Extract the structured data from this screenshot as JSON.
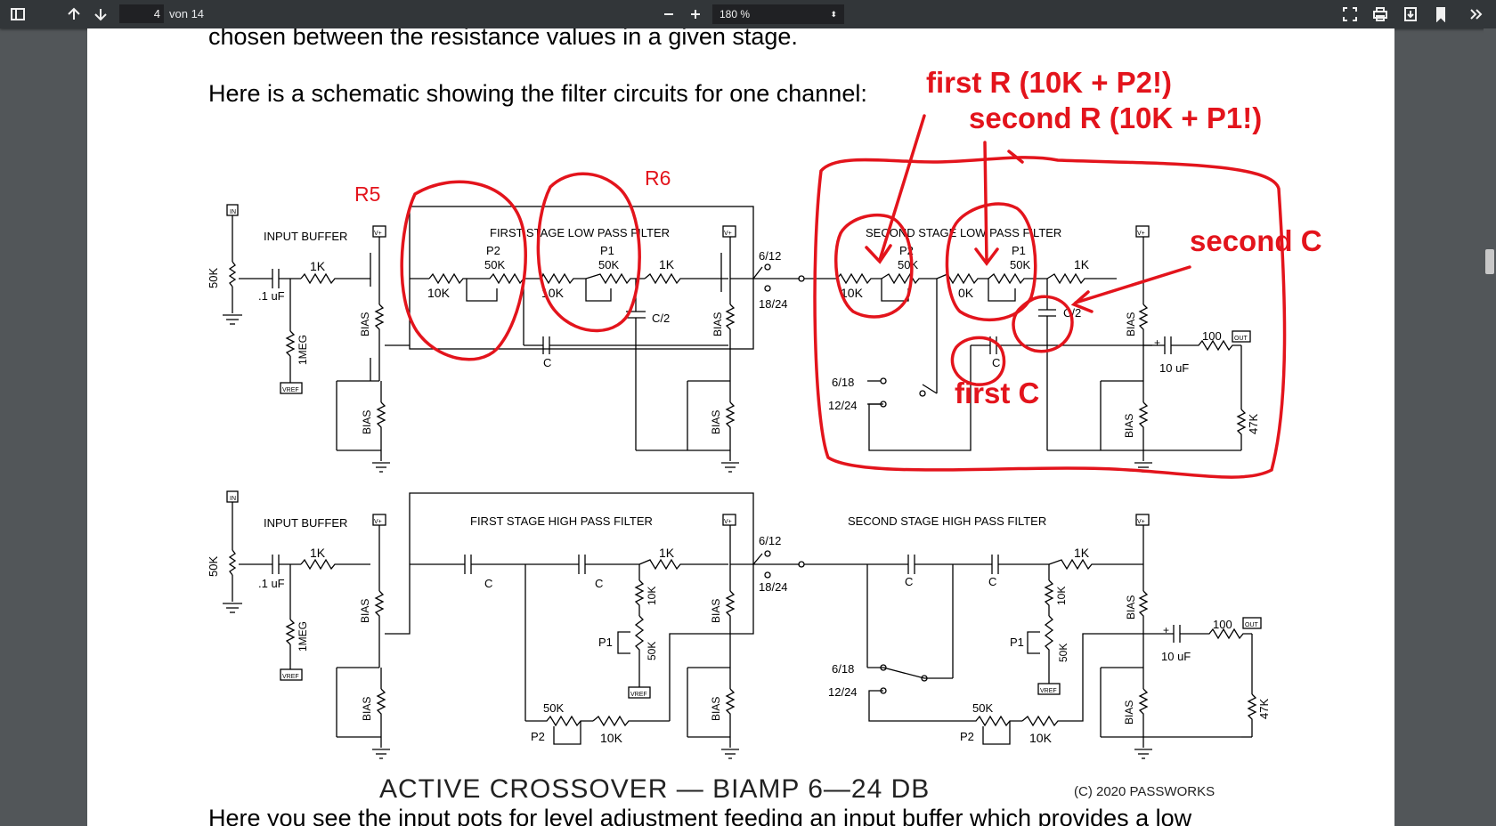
{
  "viewer": {
    "current_page": "4",
    "total_pages": "von 14",
    "zoom": "180 %",
    "icons": [
      "sidebar-toggle-icon",
      "arrow-up-icon",
      "arrow-down-icon",
      "minus-icon",
      "plus-icon",
      "fit-page-icon",
      "print-icon",
      "download-icon",
      "bookmark-icon",
      "more-tools-icon"
    ]
  },
  "document": {
    "line_top": "chosen between the resistance values in a given stage.",
    "line_intro": "Here is a schematic showing the filter circuits for one channel:",
    "line_bottom": "Here you see the input pots for level adjustment feeding an input buffer which provides a low"
  },
  "annotations": {
    "color": "#e3141c",
    "first_r": "first R (10K + P2!)",
    "second_r": "second R (10K + P1!)",
    "second_c": "second C",
    "first_c": "first C",
    "r5": "R5",
    "r6": "R6"
  },
  "schematic": {
    "title": "ACTIVE CROSSOVER — BIAMP 6—24 DB",
    "copyright": "(C) 2020 PASSWORKS",
    "lowpass": {
      "input_buffer": "INPUT BUFFER",
      "stage1": "FIRST STAGE LOW PASS FILTER",
      "stage2": "SECOND STAGE LOW PASS FILTER"
    },
    "highpass": {
      "input_buffer": "INPUT BUFFER",
      "stage1": "FIRST STAGE HIGH PASS FILTER",
      "stage2": "SECOND STAGE HIGH PASS FILTER"
    },
    "labels": {
      "in": "IN",
      "vplus": "V+",
      "vref": "VREF",
      "out": "OUT",
      "bias": "BIAS",
      "pot50k": "50K",
      "cap_input": ".1 uF",
      "r1k": "1K",
      "r1meg": "1MEG",
      "r10k": "10K",
      "r0k": "0K",
      "p1": "P1",
      "p2": "P2",
      "c": "C",
      "c_half": "C/2",
      "sw_6_12": "6/12",
      "sw_18_24": "18/24",
      "sw_6_18": "6/18",
      "sw_12_24": "12/24",
      "r100": "100",
      "cap_out": "10 uF",
      "r47k": "47K"
    }
  }
}
